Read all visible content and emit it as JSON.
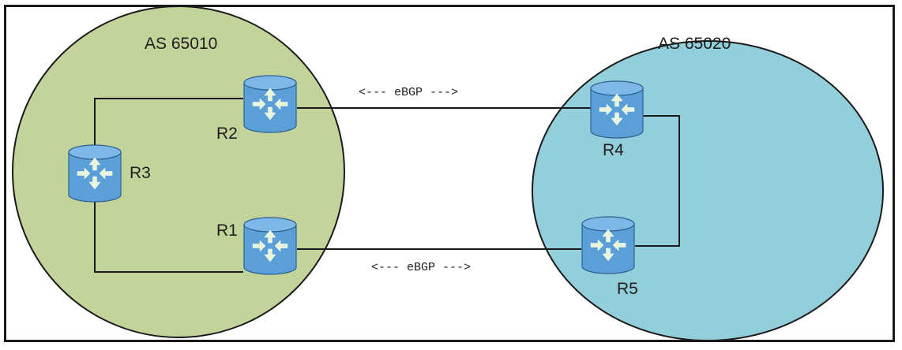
{
  "diagram": {
    "as_left": {
      "label": "AS 65010",
      "fill": "#c3d49b"
    },
    "as_right": {
      "label": "AS 65020",
      "fill": "#93cedb"
    },
    "routers": {
      "r1": "R1",
      "r2": "R2",
      "r3": "R3",
      "r4": "R4",
      "r5": "R5"
    },
    "links": {
      "ebgp_top": "<--- eBGP --->",
      "ebgp_bottom": "<--- eBGP --->"
    },
    "router_icon": "router-icon",
    "router_color": "#5a9fd8"
  }
}
